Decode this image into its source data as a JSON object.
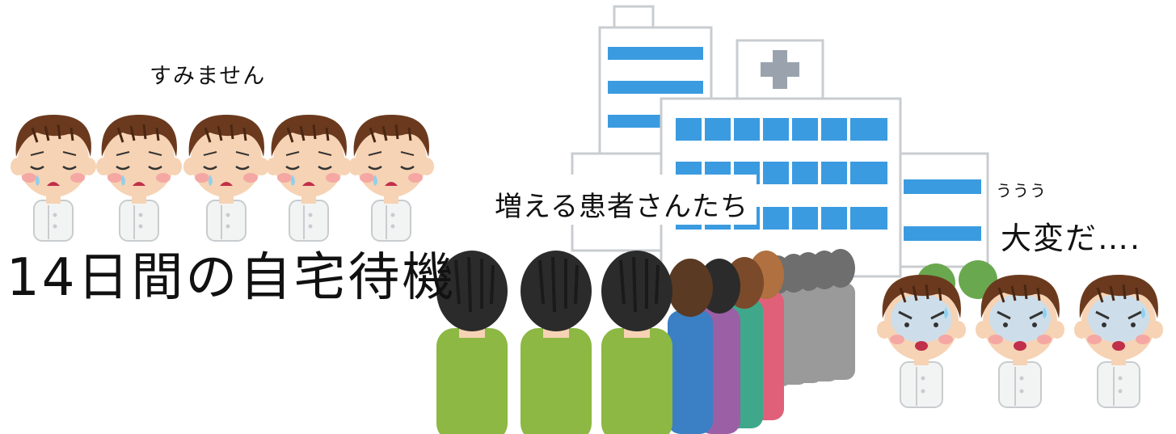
{
  "captions": {
    "sorry": "すみません",
    "home_isolation": "14日間の自宅待機",
    "increasing_patients": "増える患者さんたち",
    "groan": "ううう",
    "tough": "大変だ…."
  },
  "colors": {
    "hospital_wall": "#ffffff",
    "hospital_outline": "#c9ccd0",
    "window_blue": "#3b9be0",
    "cross_gray": "#9aa3ad",
    "hair_brown": "#6b3a1e",
    "skin": "#f6d3b4",
    "cheek": "#f4a0a0",
    "tear": "#8fd0ee",
    "gown": "#f2f4f4",
    "coat_green": "#8cb843",
    "coat_gray": "#9a9a9a",
    "hair_dark": "#2b2b2b",
    "stressed_face": "#c9dff0"
  },
  "icons": {
    "hospital": "hospital-building-icon",
    "sad_doctor": "crying-doctor-icon",
    "stressed_doctor": "stressed-doctor-icon",
    "patient": "patient-back-icon"
  }
}
